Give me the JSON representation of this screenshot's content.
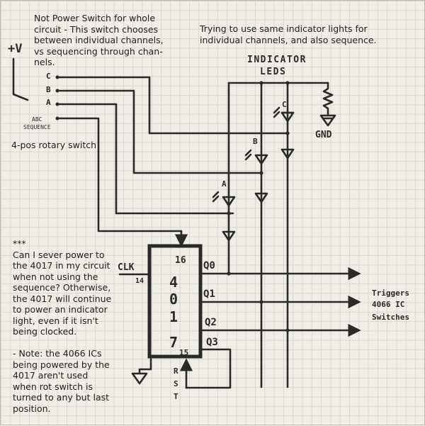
{
  "notes": {
    "switch_note": "Not Power Switch for whole\ncircuit - This switch chooses\nbetween individual channels,\nvs sequencing through chan-\nnels.",
    "indicator_note": "Trying to use same indicator lights for\nindividual channels, and also sequence.",
    "rotary_label": "4-pos rotary switch",
    "question_note": "***\nCan I sever power to\nthe 4017 in my circuit\nwhen not using the\nsequence? Otherwise,\nthe 4017 will continue\nto power an indicator\nlight, even if it isn't\nbeing clocked.\n\n- Note: the 4066 ICs\nbeing powered by the\n4017 aren't used\nwhen rot switch is\nturned to any but last\nposition."
  },
  "labels": {
    "vplus": "+V",
    "pos_c": "C",
    "pos_b": "B",
    "pos_a": "A",
    "abc": "ABC",
    "sequence": "SEQUENCE",
    "indicator": "INDICATOR",
    "leds": "LEDS",
    "gnd": "GND",
    "led_c": "C",
    "led_b": "B",
    "led_a": "A",
    "chip_4": "4",
    "chip_0": "0",
    "chip_1": "1",
    "chip_7": "7",
    "pin16": "16",
    "pin14": "14",
    "pin15": "15",
    "clk": "CLK",
    "q0": "Q0",
    "q1": "Q1",
    "q2": "Q2",
    "q3": "Q3",
    "rst_r": "R",
    "rst_s": "S",
    "rst_t": "T",
    "triggers": "Triggers",
    "ic4066": "4066 IC",
    "switches": "Switches"
  }
}
